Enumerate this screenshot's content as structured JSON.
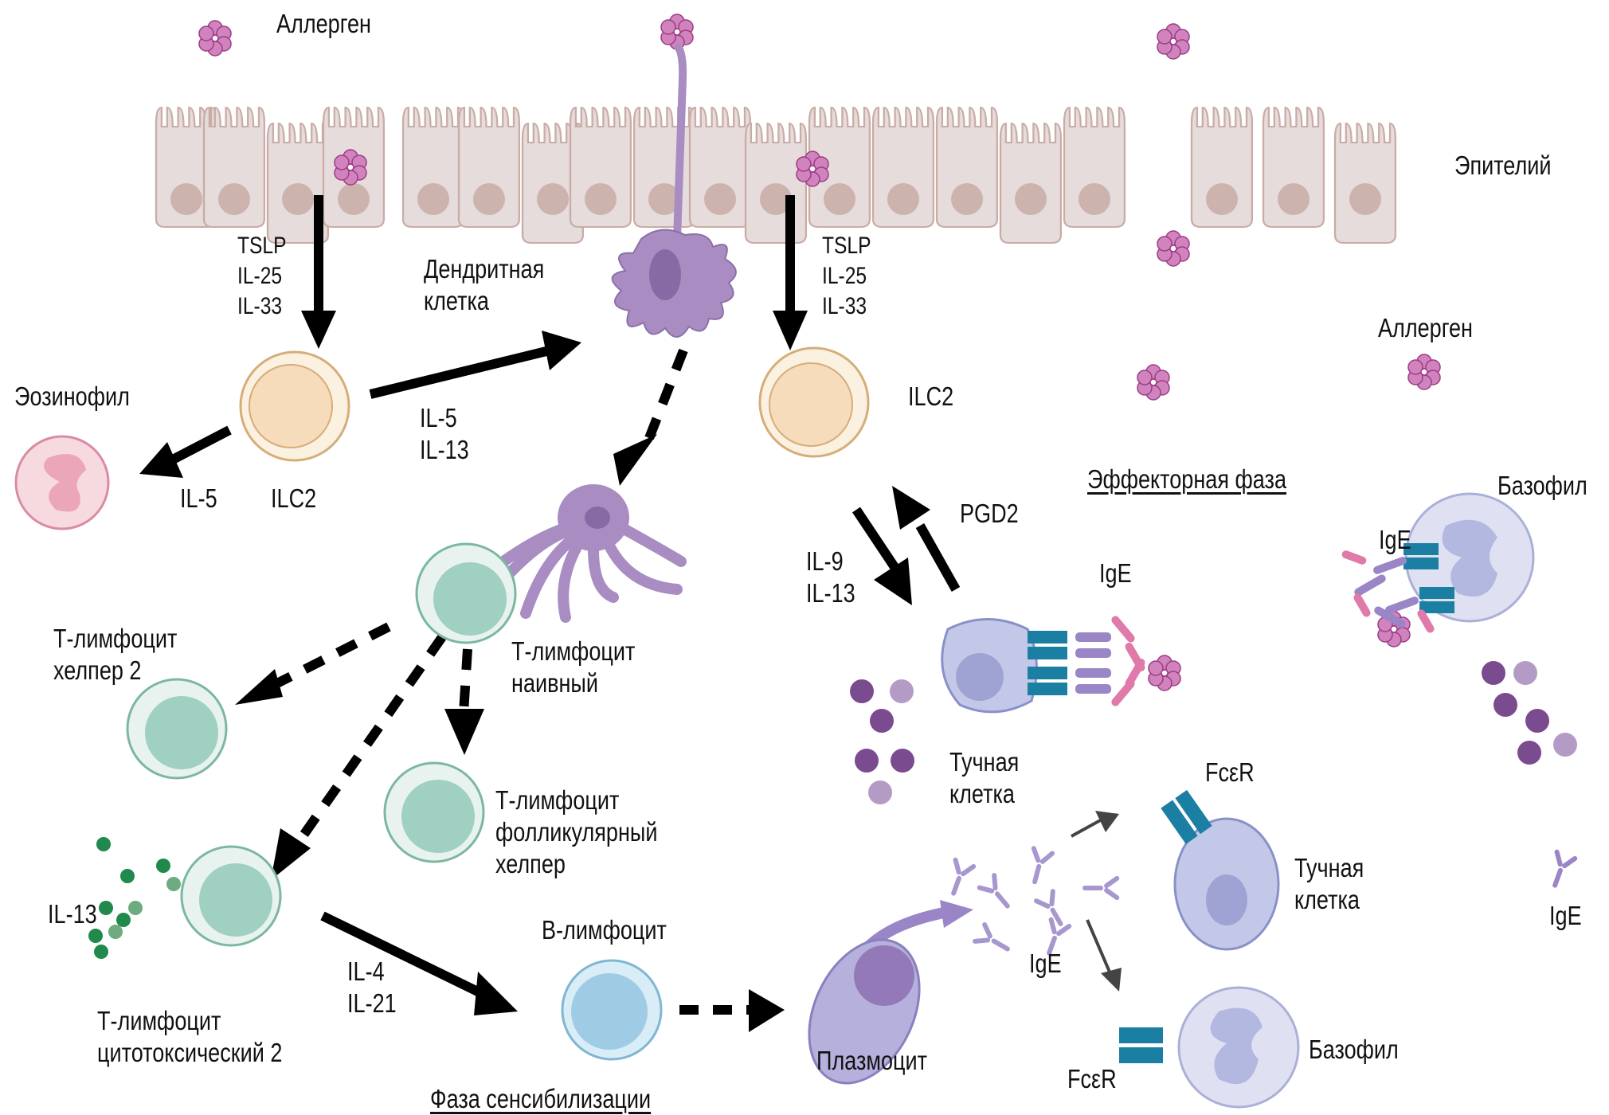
{
  "figure": {
    "title": "Патогенез аллергического воспаления",
    "phases": {
      "sensitization": "Фаза сенсибилизации",
      "effector": "Эффекторная фаза"
    }
  },
  "labels": {
    "allergen_top": "Аллерген",
    "allergen_right": "Аллерген",
    "epithelium": "Эпителий",
    "cytokines_left": [
      "TSLP",
      "IL-25",
      "IL-33"
    ],
    "cytokines_right": [
      "TSLP",
      "IL-25",
      "IL-33"
    ],
    "dendritic_cell": [
      "Дендритная",
      "клетка"
    ],
    "eosinophil": "Эозинофил",
    "il5_eos": "IL-5",
    "ilc2_left": "ILC2",
    "ilc2_right": "ILC2",
    "il5_il13": [
      "IL-5",
      "IL-13"
    ],
    "pgd2": "PGD2",
    "il9_il13": [
      "IL-9",
      "IL-13"
    ],
    "ige_mast": "IgE",
    "mast_cell": [
      "Тучная",
      "клетка"
    ],
    "basophil_top": "Базофил",
    "ige_basophil": "IgE",
    "t_naive": [
      "Т-лимфоцит",
      "наивный"
    ],
    "th2": [
      "Т-лимфоцит",
      "хелпер 2"
    ],
    "tfh": [
      "Т-лимфоцит",
      "фолликулярный",
      "хелпер"
    ],
    "tc2": [
      "Т-лимфоцит",
      "цитотоксический 2"
    ],
    "il13_tc2": "IL-13",
    "il4_il21": [
      "IL-4",
      "IL-21"
    ],
    "b_cell": "В-лимфоцит",
    "plasma_cell": "Плазмоцит",
    "ige_free": "IgE",
    "fcer_top": "FcεR",
    "fcer_bottom": "FcεR",
    "mast_cell_2": [
      "Тучная",
      "клетка"
    ],
    "basophil_bottom": "Базофил",
    "ige_lone": "IgE"
  },
  "colors": {
    "epithelium_fill": "#e6dcdb",
    "epithelium_stroke": "#c9aca6",
    "epithelium_nucleus": "#ccb3ae",
    "allergen": "#d183bd",
    "allergen_stroke": "#9c3b86",
    "dendritic": "#a98dc2",
    "dendritic_nucleus": "#876aa3",
    "ilc2_outer": "#fbf1e1",
    "ilc2_inner": "#f6dcbb",
    "ilc2_stroke": "#d6ad79",
    "t_outer": "#e8f3ef",
    "t_inner": "#9fd0c2",
    "t_stroke": "#7cb79f",
    "b_outer": "#d9edf7",
    "b_inner": "#9fcbe4",
    "b_stroke": "#7fb6d4",
    "eos_fill": "#f7d9e0",
    "eos_nucleus": "#eba6b8",
    "eos_stroke": "#d98ca3",
    "mast_fill": "#c4c8e8",
    "mast_nucleus": "#9ea3d3",
    "mast_stroke": "#8a90c8",
    "receptor": "#1b7fa3",
    "ige_body": "#9a85c6",
    "ige_tip": "#e07aaa",
    "granule_dark": "#7a4b8f",
    "granule_light": "#b49bc6",
    "il13_dark": "#1f8a4c",
    "il13_light": "#6eab80",
    "plasma_fill": "#b6b0dc",
    "plasma_nucleus": "#9379b8",
    "arrow": "#000000",
    "arrow_gray": "#444444"
  }
}
